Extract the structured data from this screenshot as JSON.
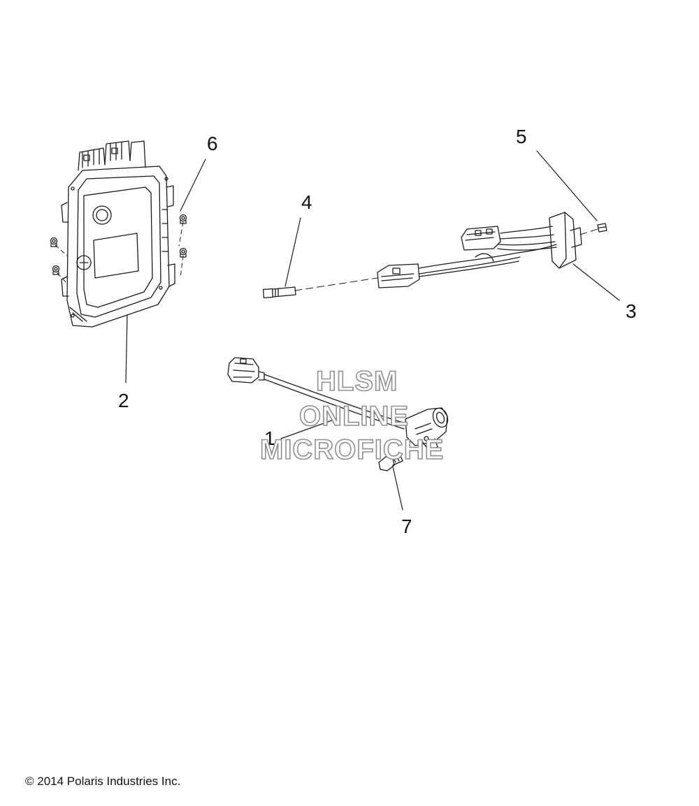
{
  "callouts": {
    "c1": "1",
    "c2": "2",
    "c3": "3",
    "c4": "4",
    "c5": "5",
    "c6": "6",
    "c7": "7"
  },
  "watermark": {
    "line1": "HLSM",
    "line2": "ONLINE",
    "line3": "MICROFICHE"
  },
  "copyright": "© 2014 Polaris Industries Inc.",
  "colors": {
    "line": "#1a1a1a",
    "watermark_outline": "#8f8f8f"
  }
}
